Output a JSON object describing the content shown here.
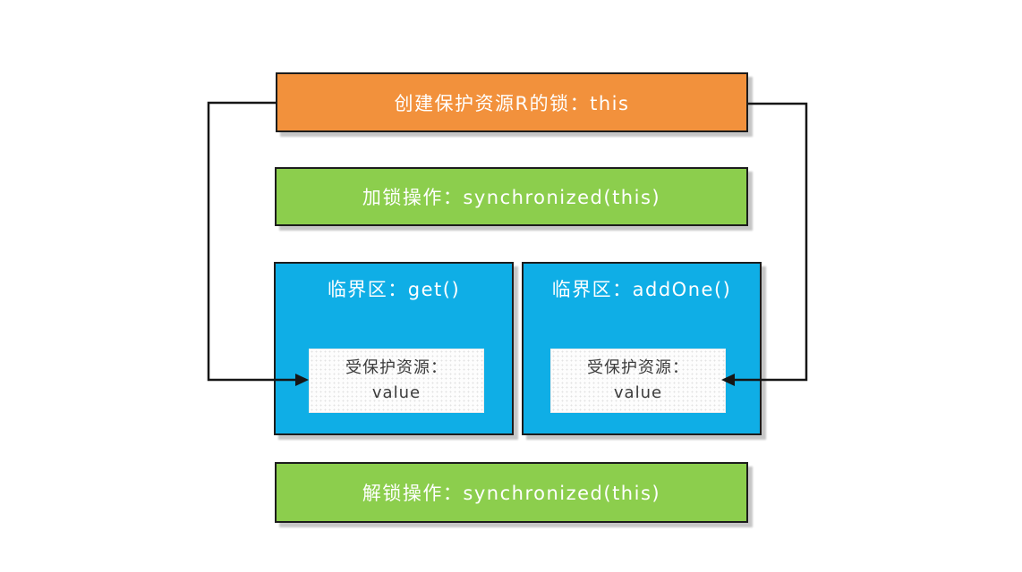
{
  "diagram": {
    "create_lock_box": {
      "label": "创建保护资源R的锁：this"
    },
    "lock_box": {
      "label": "加锁操作：synchronized(this)"
    },
    "critical_section_get": {
      "title": "临界区：get()",
      "resource": {
        "line1": "受保护资源：",
        "line2": "value"
      }
    },
    "critical_section_addone": {
      "title": "临界区：addOne()",
      "resource": {
        "line1": "受保护资源：",
        "line2": "value"
      }
    },
    "unlock_box": {
      "label": "解锁操作：synchronized(this)"
    },
    "colors": {
      "orange": "#F2913C",
      "green": "#8CCE4D",
      "blue": "#0FAEE6",
      "arrow": "#161616",
      "shadow": "#C6C6C6"
    }
  }
}
